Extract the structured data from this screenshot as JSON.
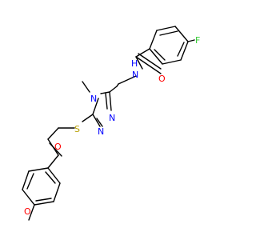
{
  "molecule": {
    "atoms": {
      "F": {
        "label": "F",
        "color": "#33cc33"
      },
      "O_amide": {
        "label": "O",
        "color": "#ff0000"
      },
      "N_amide": {
        "label": "N",
        "color": "#0000ff"
      },
      "H_amide": {
        "label": "H",
        "color": "#0000ff"
      },
      "N4": {
        "label": "N",
        "color": "#0000ff"
      },
      "N1": {
        "label": "N",
        "color": "#0000ff"
      },
      "N2": {
        "label": "N",
        "color": "#0000ff"
      },
      "S": {
        "label": "S",
        "color": "#b8a000"
      },
      "O_ketone": {
        "label": "O",
        "color": "#ff0000"
      },
      "O_ether": {
        "label": "O",
        "color": "#ff0000"
      }
    },
    "bond_color": "#000000"
  }
}
